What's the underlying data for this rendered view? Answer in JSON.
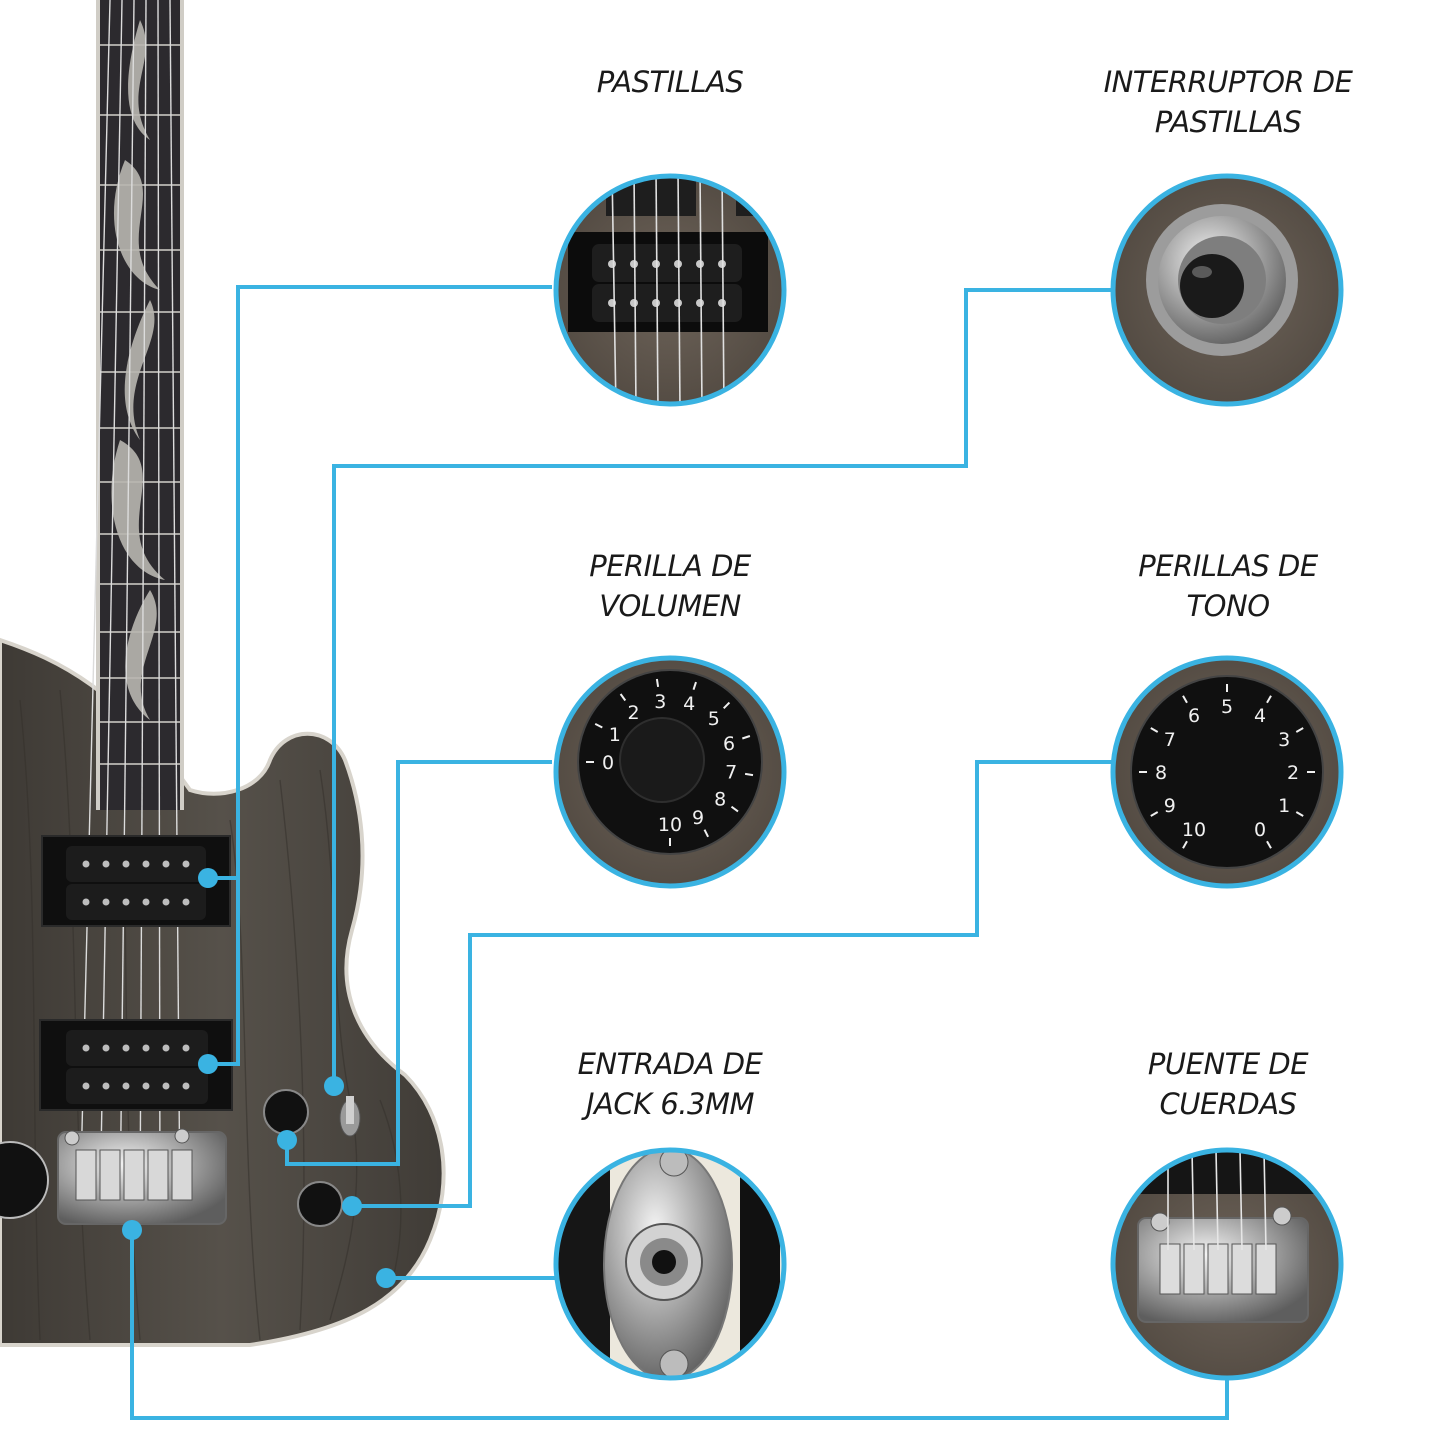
{
  "colors": {
    "accent": "#3ab3e2",
    "background": "#ffffff",
    "label_text": "#1a1a1a",
    "guitar_body": "#4a4640",
    "fretboard": "#2c2a2e",
    "inlay": "#b8b6b0"
  },
  "labels": {
    "pastillas": [
      "PASTILLAS"
    ],
    "interruptor": [
      "INTERRUPTOR DE",
      "PASTILLAS"
    ],
    "volumen": [
      "PERILLA DE",
      "VOLUMEN"
    ],
    "tono": [
      "PERILLAS DE",
      "TONO"
    ],
    "jack": [
      "ENTRADA DE",
      "JACK 6.3MM"
    ],
    "puente": [
      "PUENTE DE",
      "CUERDAS"
    ]
  },
  "knob_numbers": {
    "volume": [
      "0",
      "1",
      "2",
      "3",
      "4",
      "5",
      "6",
      "7",
      "8",
      "9",
      "10"
    ],
    "tone": [
      "0",
      "1",
      "2",
      "3",
      "4",
      "5",
      "6",
      "7",
      "8",
      "9",
      "10"
    ]
  }
}
